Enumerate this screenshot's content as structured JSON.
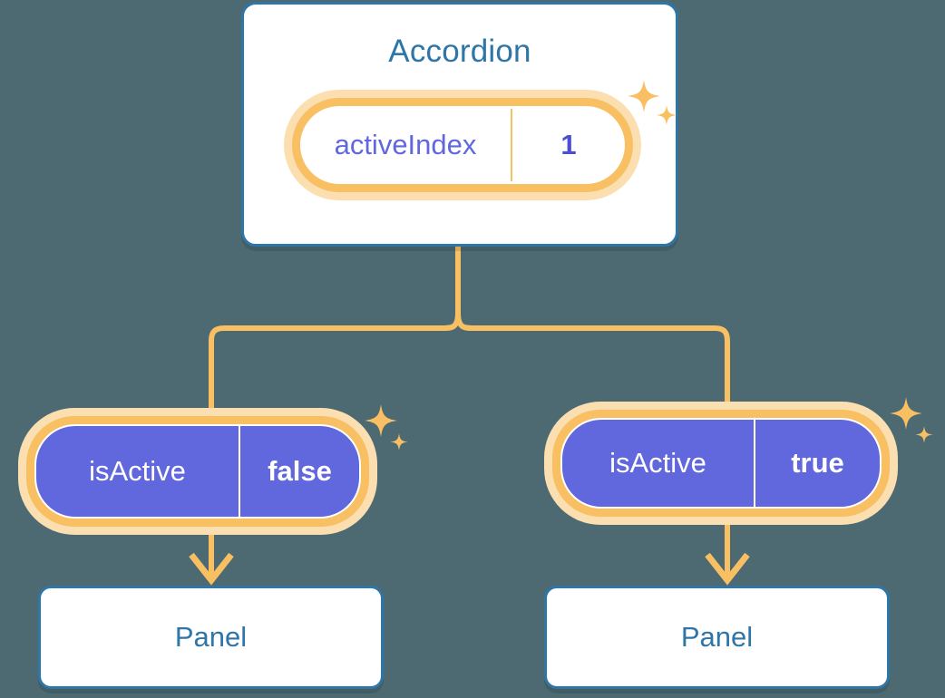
{
  "theme": {
    "background": "#4d6a73",
    "card_border": "#2e76a8",
    "heading_text": "#2e75a8",
    "accent_orange": "#f8bf63",
    "accent_orange_halo": "#fbdfb0",
    "pill_purple": "#6167dc",
    "prop_key_purple": "#6167dc",
    "prop_value_purple": "#4c50d0",
    "white": "#ffffff"
  },
  "root": {
    "title": "Accordion",
    "prop": {
      "key": "activeIndex",
      "value": "1"
    }
  },
  "branches": [
    {
      "id": "left",
      "state": {
        "key": "isActive",
        "value": "false"
      },
      "leaf": {
        "title": "Panel"
      }
    },
    {
      "id": "right",
      "state": {
        "key": "isActive",
        "value": "true"
      },
      "leaf": {
        "title": "Panel"
      }
    }
  ],
  "decorations": {
    "sparkle_icon": "four-point-star",
    "sparkle_color": "#f8bf63",
    "sparkle_groups": [
      {
        "near": "root-prop-pill",
        "count": 2
      },
      {
        "near": "left-state-pill",
        "count": 2
      },
      {
        "near": "right-state-pill",
        "count": 2
      }
    ]
  },
  "connectors": {
    "color": "#f8bf63",
    "stroke_width": 6,
    "edges": [
      {
        "from": "root-card",
        "to": "left-state-pill",
        "style": "elbow"
      },
      {
        "from": "root-card",
        "to": "right-state-pill",
        "style": "elbow"
      },
      {
        "from": "left-state-pill",
        "to": "left-panel",
        "style": "arrow-down"
      },
      {
        "from": "right-state-pill",
        "to": "right-panel",
        "style": "arrow-down"
      }
    ]
  }
}
